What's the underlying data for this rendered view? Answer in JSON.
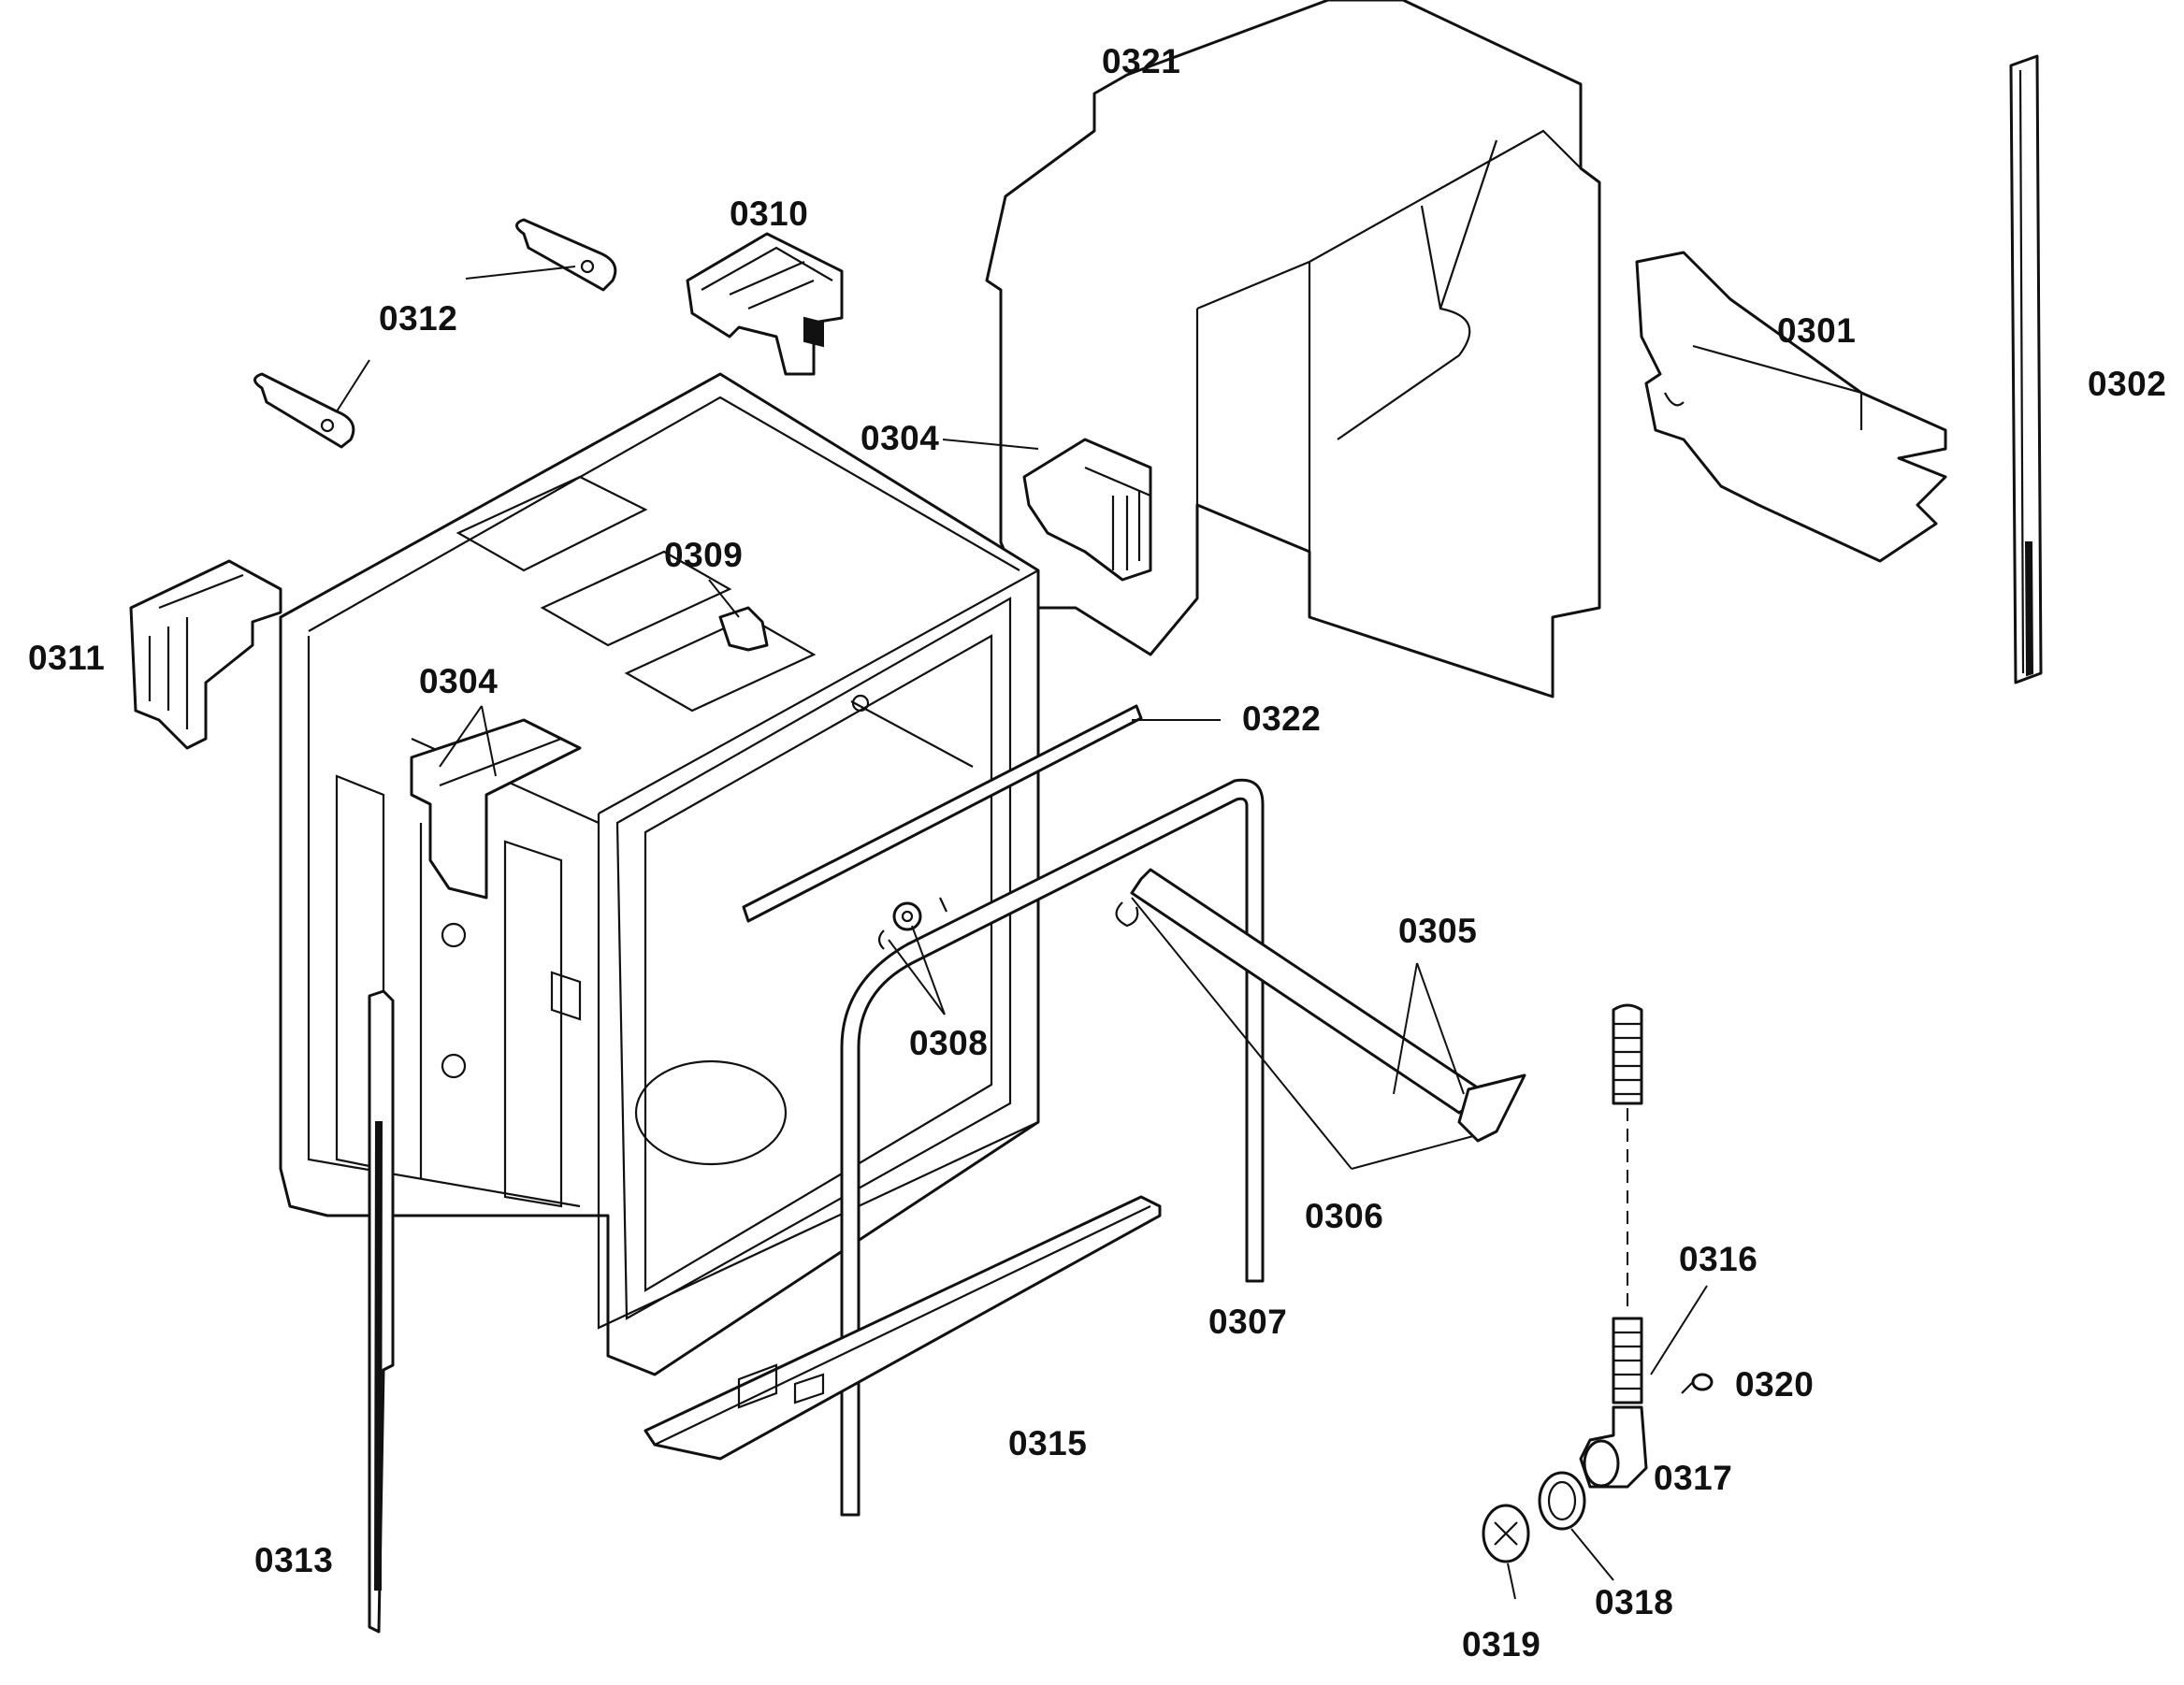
{
  "labels": {
    "p0301": "0301",
    "p0302": "0302",
    "p0304a": "0304",
    "p0304b": "0304",
    "p0305": "0305",
    "p0306": "0306",
    "p0307": "0307",
    "p0308": "0308",
    "p0309": "0309",
    "p0310": "0310",
    "p0311": "0311",
    "p0312": "0312",
    "p0313": "0313",
    "p0315": "0315",
    "p0316": "0316",
    "p0317": "0317",
    "p0318": "0318",
    "p0319": "0319",
    "p0320": "0320",
    "p0321": "0321",
    "p0322": "0322"
  },
  "colors": {
    "ink": "#111111",
    "paper": "#ffffff"
  }
}
